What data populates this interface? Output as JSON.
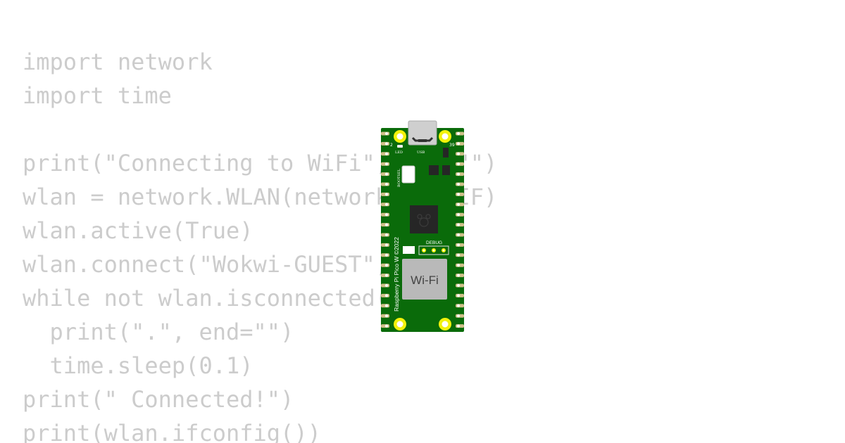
{
  "code": {
    "lines": [
      "import network",
      "import time",
      "",
      "print(\"Connecting to WiFi\", end=\"\")",
      "wlan = network.WLAN(network.STA_IF)",
      "wlan.active(True)",
      "wlan.connect(\"Wokwi-GUEST\", \"\")",
      "while not wlan.isconnected():",
      "  print(\".\", end=\"\")",
      "  time.sleep(0.1)",
      "print(\" Connected!\")",
      "print(wlan.ifconfig())"
    ]
  },
  "board": {
    "name": "Raspberry Pi Pico W ©2022",
    "wifi_label": "Wi-Fi",
    "debug_label": "DEBUG",
    "led_label": "LED",
    "usb_label": "USB",
    "bootsel_label": "BOOTSEL",
    "pin_left_top": "2",
    "pin_right_top": "39",
    "colors": {
      "pcb": "#0a6b0a",
      "pad": "#f2f20a",
      "module": "#b9b9b9",
      "chip": "#262626"
    }
  }
}
